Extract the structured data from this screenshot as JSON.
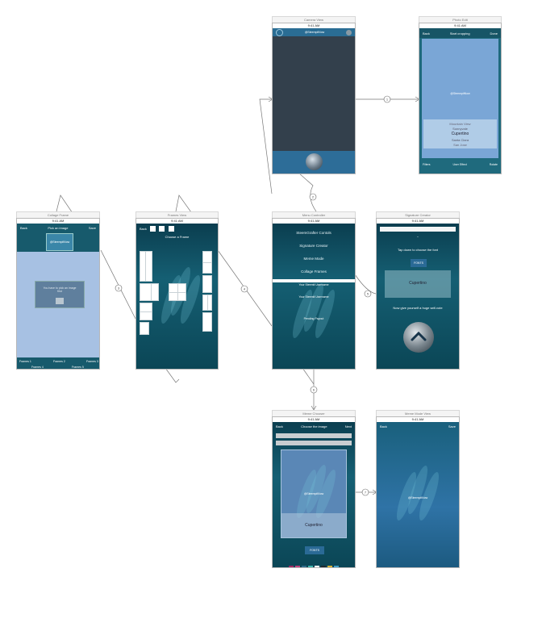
{
  "scenes": {
    "camera": {
      "title": "Camera View",
      "status": "9:41 AM",
      "nav_title": "@SteempitNow"
    },
    "photo_edit": {
      "title": "Photo Edit",
      "status": "9:41 AM",
      "back": "Back",
      "start": "Start cropping",
      "done": "Done",
      "center": "@SteempitNow",
      "picker_items": [
        "Mountain View",
        "Sunnyvale",
        "Cupertino",
        "Santa Clara",
        "San Jose"
      ],
      "picker_selected": "Cupertino",
      "filters": "Filters",
      "user_effect": "User Effect",
      "rotate": "Rotate"
    },
    "collage": {
      "title": "Collage Frame",
      "status": "9:41 AM",
      "back": "Back",
      "nav_title": "Pick an image",
      "save": "Save",
      "tag": "@SteempitNow",
      "center_text": "You have to pick an image first",
      "frames": [
        "Frames 1",
        "Frames 2",
        "Frames 3",
        "Frames 4",
        "Frames 5"
      ]
    },
    "choose_frame": {
      "title": "Frames View",
      "status": "9:41 AM",
      "back": "Back",
      "heading": "Choose a Frame"
    },
    "menu": {
      "title": "Menu Controller",
      "status": "9:41 AM",
      "items": [
        "SteemGrafter Contols",
        "Signature Creator",
        "Meme Mode",
        "Collage Frames"
      ],
      "sub_items": [
        "Your Steemit Username",
        "Your Steemit Username",
        "Pending Payout"
      ]
    },
    "signature": {
      "title": "Signature Creator",
      "status": "9:41 AM",
      "instruction": "Tap down to choose the font",
      "font_btn": "FONTS",
      "picker_selected": "Cupertino",
      "bottom_text": "Now give yourself a huge self-vote"
    },
    "meme_choose": {
      "title": "Meme Chooser",
      "status": "9:41 AM",
      "back": "Back",
      "heading": "Choose the image",
      "next": "Next",
      "center": "@SteempitNow",
      "picker_selected": "Cupertino",
      "fonts": "FONTS"
    },
    "meme_final": {
      "title": "Meme Mode View",
      "status": "9:41 AM",
      "back": "Back",
      "save": "Save",
      "center": "@SteempitNow"
    }
  },
  "segues": [
    "1",
    "2",
    "3",
    "4",
    "5",
    "6",
    "7"
  ],
  "colors": {
    "screen_dark": "#0b4656",
    "screen_light": "#6fa0cf",
    "accent": "#2e7fa0"
  },
  "swatches": [
    "#9b2a63",
    "#c2437e",
    "#2e6c8a",
    "#41b8b0",
    "#ffffff",
    "#1d2a30",
    "#d8b33a",
    "#5a6fb4",
    "#3f9ec8"
  ]
}
